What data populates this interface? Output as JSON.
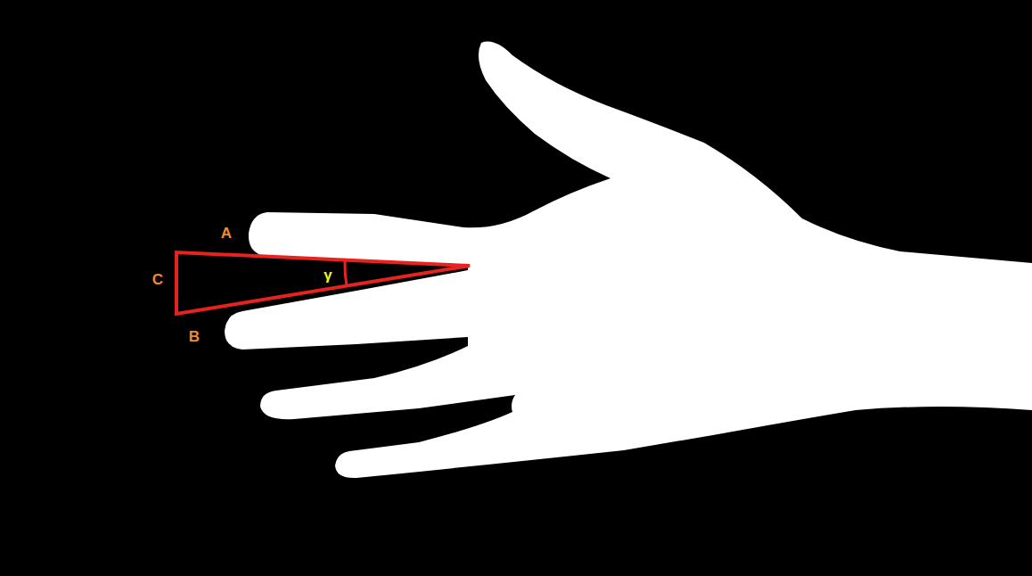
{
  "diagram": {
    "labels": [
      "A",
      "C",
      "γ",
      "B"
    ]
  }
}
